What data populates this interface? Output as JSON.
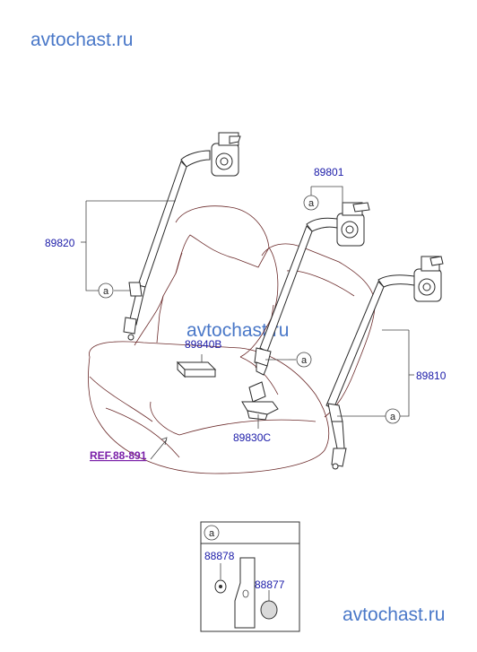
{
  "watermarks": {
    "top_left": "avtochast.ru",
    "center": "avtochast.ru",
    "bottom_right": "avtochast.ru"
  },
  "callouts": {
    "p89801": "89801",
    "p89820": "89820",
    "p89840B": "89840B",
    "p89810": "89810",
    "p89830C": "89830C",
    "ref": "REF.88-891",
    "marker": "a"
  },
  "inset": {
    "header": "a",
    "p88878": "88878",
    "p88877": "88877"
  },
  "colors": {
    "label_text": "#1a1aa8",
    "ref_text": "#7a1fa8",
    "watermark": "#4a78c8",
    "seat_outline": "#6b2a2a"
  }
}
